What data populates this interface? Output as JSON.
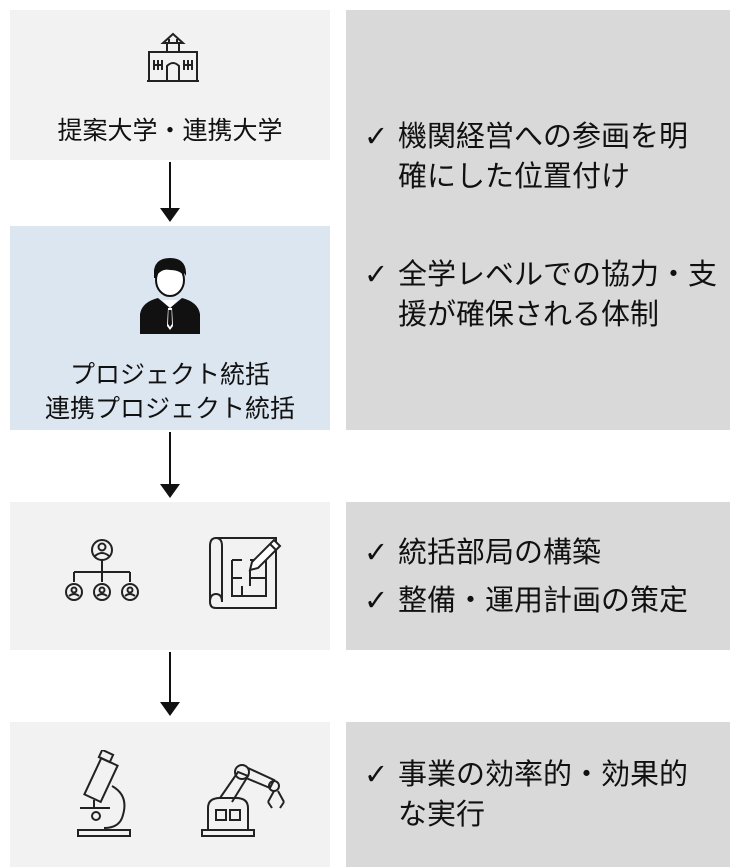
{
  "diagram": {
    "step1": {
      "label": "提案大学・連携大学",
      "icon": "university-building-icon"
    },
    "step2": {
      "label_line1": "プロジェクト統括",
      "label_line2": "連携プロジェクト統括",
      "icon": "person-in-suit-icon"
    },
    "step3": {
      "icons": [
        "org-chart-icon",
        "blueprint-plan-icon"
      ]
    },
    "step4": {
      "icons": [
        "microscope-icon",
        "robot-arm-icon"
      ]
    },
    "panel1": {
      "items": [
        {
          "check": "✓",
          "line1": "機関経営への参画を明",
          "line2": "確にした位置付け"
        },
        {
          "check": "✓",
          "line1": "全学レベルでの協力・支",
          "line2": "援が確保される体制"
        }
      ]
    },
    "panel2": {
      "items": [
        {
          "check": "✓",
          "line1": "統括部局の構築"
        },
        {
          "check": "✓",
          "line1": "整備・運用計画の策定"
        }
      ]
    },
    "panel3": {
      "items": [
        {
          "check": "✓",
          "line1": "事業の効率的・効果的",
          "line2": "な実行"
        }
      ]
    },
    "colors": {
      "left_box": "#f2f2f2",
      "highlight_box": "#dce6f1",
      "right_panel": "#d9d9d9"
    }
  }
}
